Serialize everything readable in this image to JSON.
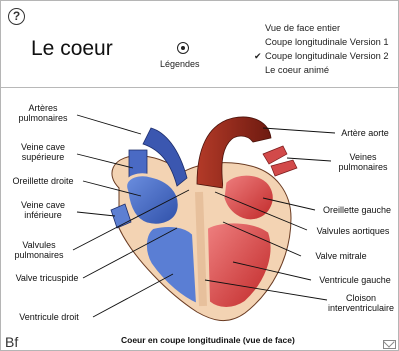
{
  "header": {
    "help_symbol": "?",
    "title": "Le coeur",
    "legend_toggle_label": "Légendes"
  },
  "menu": {
    "items": [
      {
        "label": "Vue de face entier",
        "checked": false
      },
      {
        "label": "Coupe longitudinale Version 1",
        "checked": false
      },
      {
        "label": "Coupe longitudinale Version 2",
        "checked": true,
        "check": "✔"
      },
      {
        "label": "Le coeur animé",
        "checked": false
      }
    ]
  },
  "diagram": {
    "labels": {
      "arteres_pulmonaires": [
        "Artères",
        "pulmonaires"
      ],
      "veine_cave_sup": [
        "Veine cave",
        "supérieure"
      ],
      "oreillette_droite": "Oreillette droite",
      "veine_cave_inf": [
        "Veine cave",
        "inférieure"
      ],
      "valvules_pulmonaires": [
        "Valvules",
        "pulmonaires"
      ],
      "valve_tricuspide": "Valve tricuspide",
      "ventricule_droit": "Ventricule droit",
      "artere_aorte": "Artère aorte",
      "veines_pulmonaires": [
        "Veines",
        "pulmonaires"
      ],
      "oreillette_gauche": "Oreillette gauche",
      "valvules_aortiques": "Valvules aortiques",
      "valve_mitrale": "Valve mitrale",
      "ventricule_gauche": "Ventricule gauche",
      "cloison": [
        "Cloison",
        "interventriculaire"
      ]
    },
    "colors": {
      "oxygen_poor": "#3a5eb8",
      "oxygen_rich": "#c42c2c",
      "tissue": "#f2d3b5",
      "aorta_dark": "#8a2418"
    },
    "caption": "Coeur en coupe longitudinale (vue de face)"
  },
  "footer": {
    "logo_text": "Bf",
    "mail_icon": "envelope-icon"
  }
}
